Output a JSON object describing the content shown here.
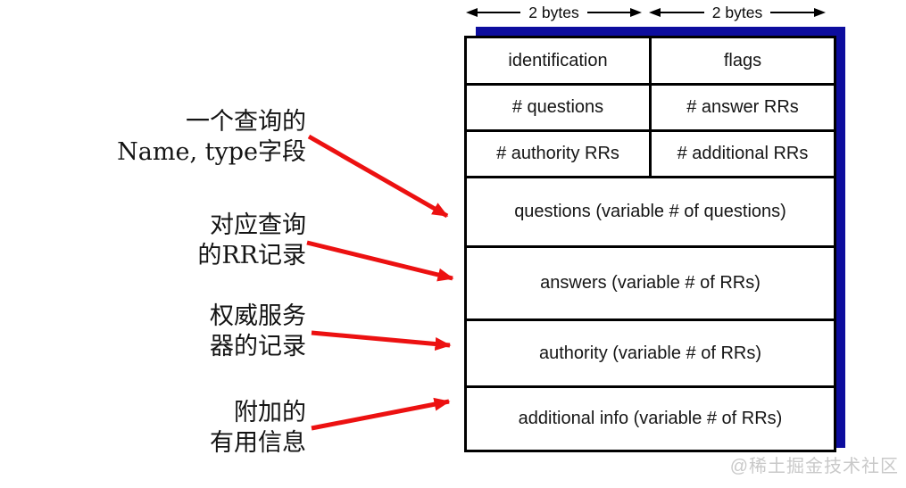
{
  "byte_arrows": [
    {
      "label": "2 bytes"
    },
    {
      "label": "2 bytes"
    }
  ],
  "table": {
    "rows": [
      {
        "type": "two",
        "cells": [
          "identification",
          "flags"
        ]
      },
      {
        "type": "two",
        "cells": [
          "# questions",
          "# answer RRs"
        ]
      },
      {
        "type": "two",
        "cells": [
          "# authority RRs",
          "# additional RRs"
        ]
      },
      {
        "type": "one",
        "cells": [
          "questions (variable # of questions)"
        ]
      },
      {
        "type": "one",
        "cells": [
          "answers (variable # of RRs)"
        ]
      },
      {
        "type": "one",
        "cells": [
          "authority (variable # of RRs)"
        ]
      },
      {
        "type": "one",
        "cells": [
          "additional info (variable # of RRs)"
        ]
      }
    ]
  },
  "annotations": [
    {
      "lines": [
        "一个查询的",
        "Name, type字段"
      ]
    },
    {
      "lines": [
        "对应查询",
        "的RR记录"
      ]
    },
    {
      "lines": [
        "权威服务",
        "器的记录"
      ]
    },
    {
      "lines": [
        "附加的",
        "有用信息"
      ]
    }
  ],
  "watermark": "@稀土掘金技术社区",
  "colors": {
    "shadow_blue": "#0d0d9e",
    "arrow_red": "#ec1111",
    "border_black": "#000000",
    "watermark_gray": "#c9c9c9"
  }
}
